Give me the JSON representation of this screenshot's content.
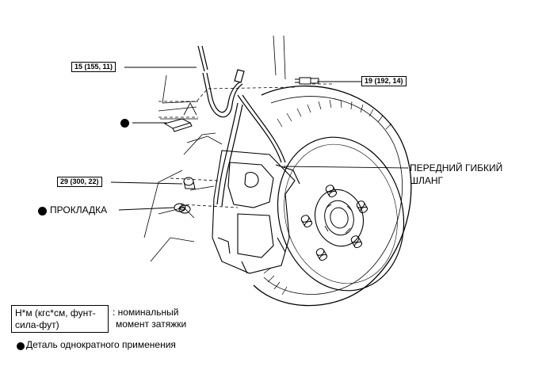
{
  "callouts": {
    "bolt_upper": "15 (155, 11)",
    "bolt_right": "19 (192, 14)",
    "bolt_caliper": "29 (300, 22)"
  },
  "labels": {
    "hose_line1": "ПЕРЕДНИЙ ГИБКИЙ",
    "hose_line2": "ШЛАНГ",
    "gasket": "ПРОКЛАДКА"
  },
  "legend": {
    "unit_line1": "Н*м (кгс*см, фунт-",
    "unit_line2": "сила-фут)",
    "desc_line1": ": номинальный",
    "desc_line2": "момент затяжки",
    "single_use": "Деталь однократного применения"
  }
}
